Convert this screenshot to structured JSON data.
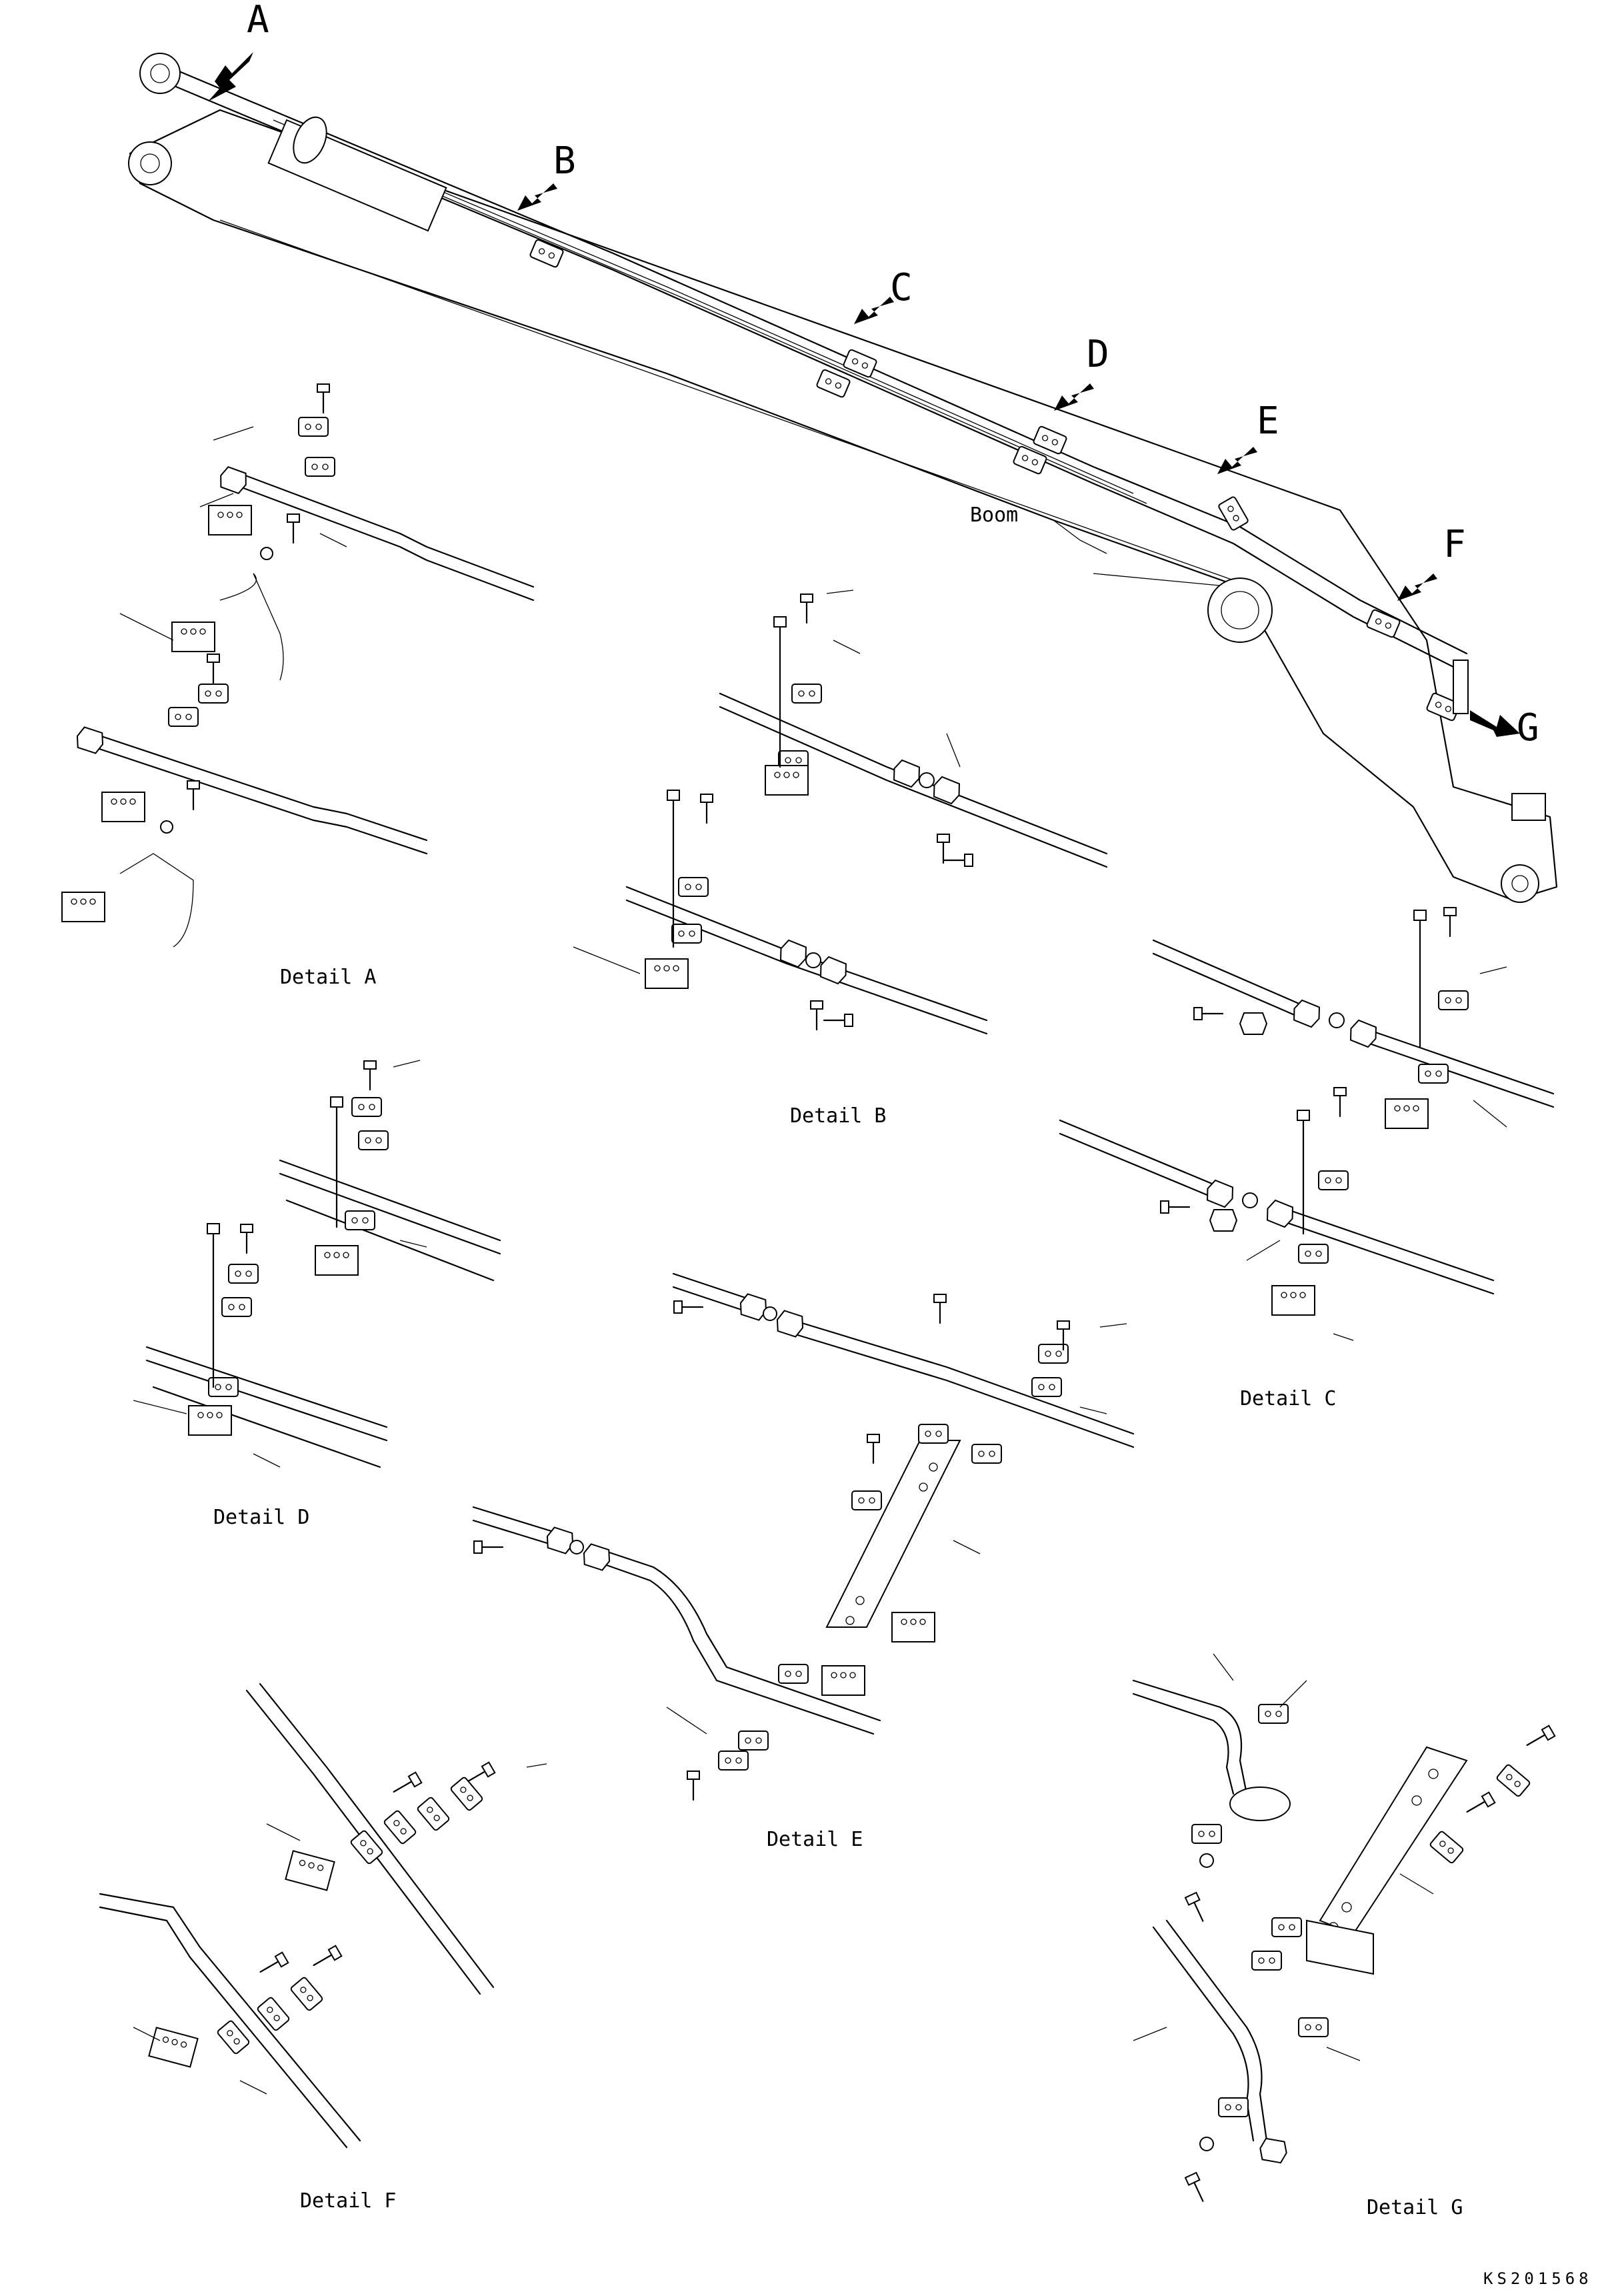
{
  "arrow_labels": [
    "A",
    "B",
    "C",
    "D",
    "E",
    "F",
    "G"
  ],
  "boom_label": "Boom",
  "details": {
    "a": "Detail A",
    "b": "Detail B",
    "c": "Detail C",
    "d": "Detail D",
    "e": "Detail E",
    "f": "Detail F",
    "g": "Detail G"
  },
  "drawing_code": "KS201568"
}
